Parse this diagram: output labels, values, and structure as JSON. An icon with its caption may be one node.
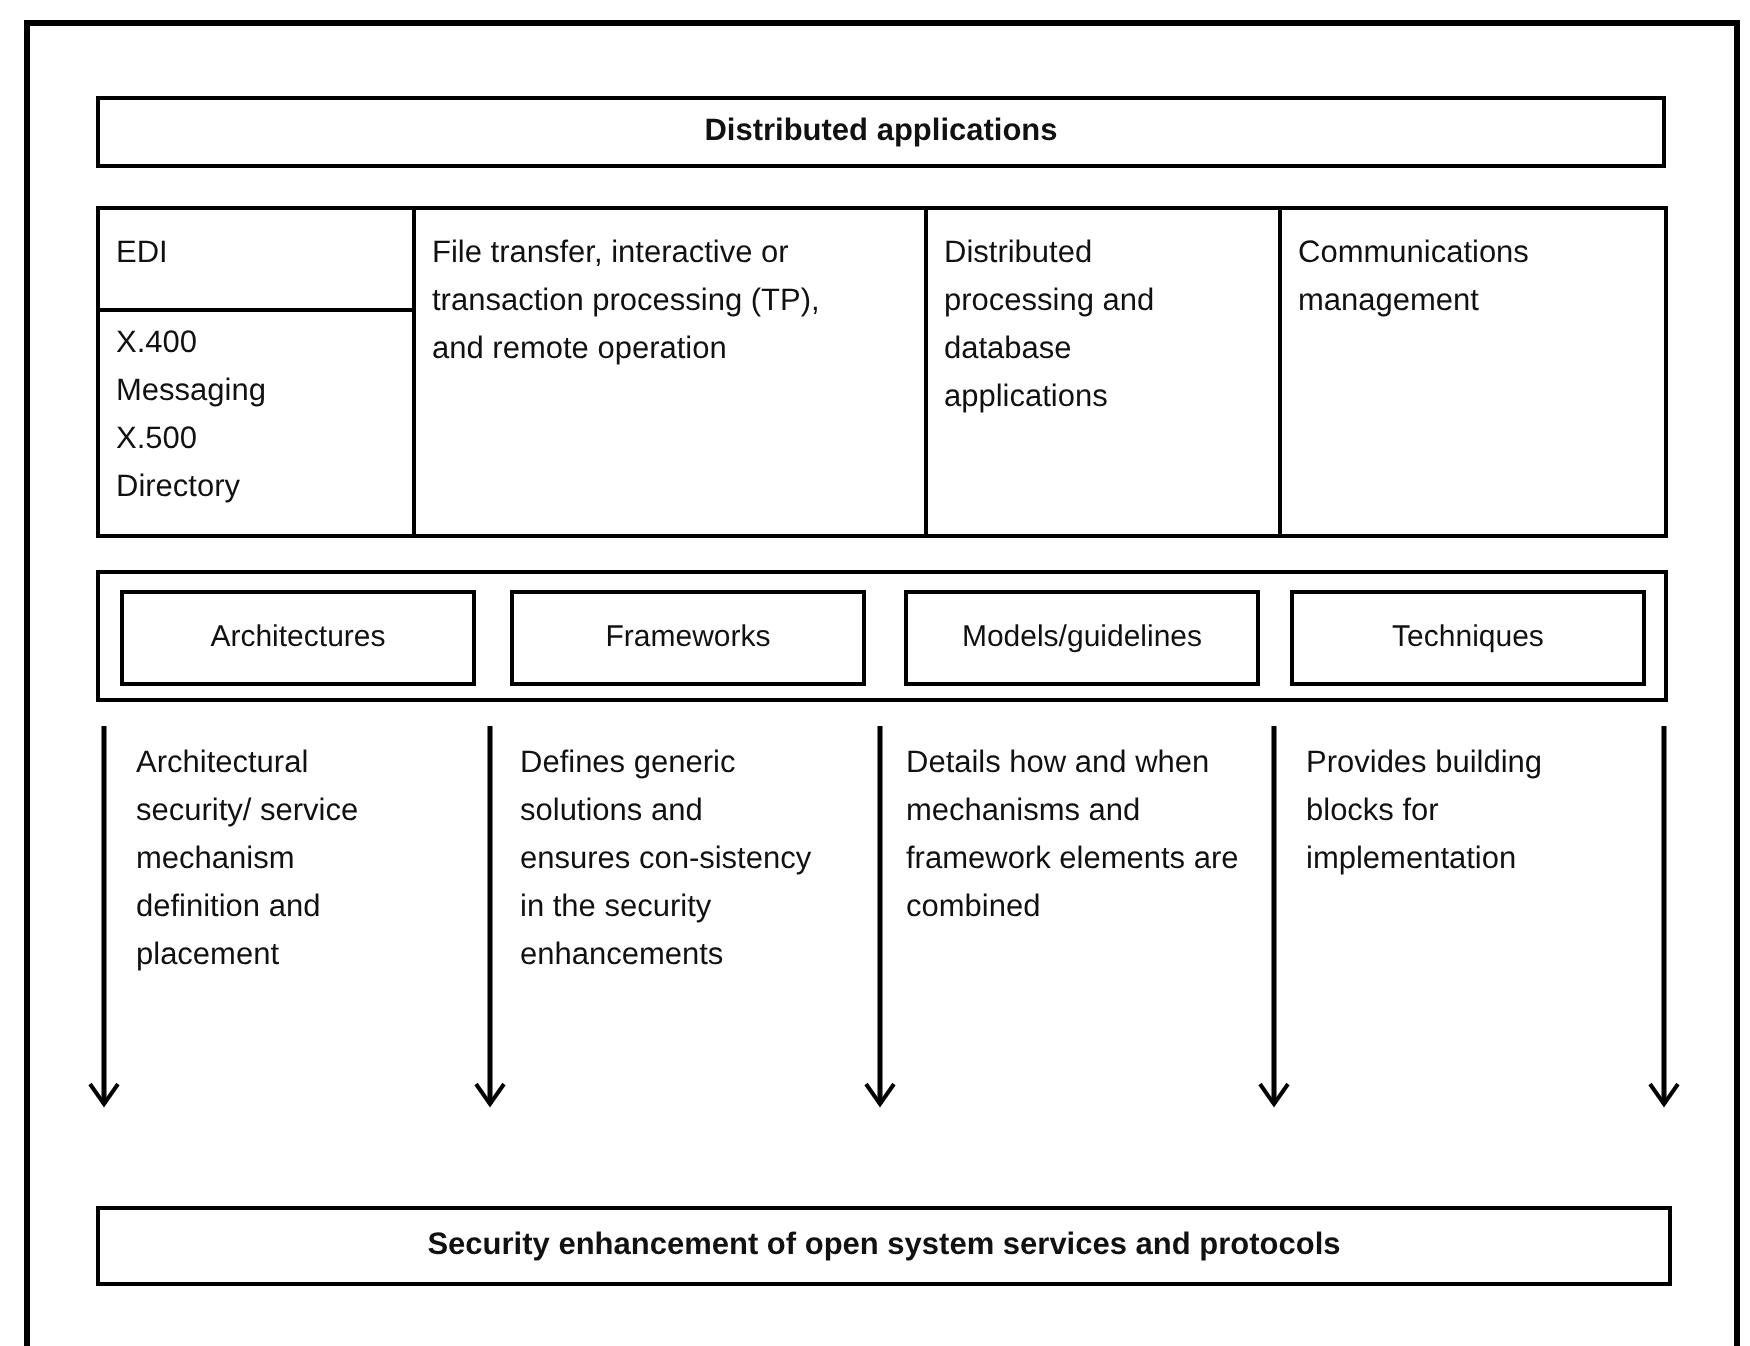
{
  "diagram": {
    "nodes": [
      {
        "text": [
          "Distributed applications"
        ]
      },
      {
        "text": [
          "EDI"
        ]
      },
      {
        "text": [
          "X.400 Messaging",
          "X.500 Directory"
        ]
      },
      {
        "text": [
          "File transfer, interactive or transaction processing (TP), and remote operation"
        ]
      },
      {
        "text": [
          "Distributed processing and database applications"
        ]
      },
      {
        "text": [
          "Communications management"
        ]
      },
      {
        "text": [],
        "shape": "box"
      },
      {
        "text": [
          "Architectures"
        ],
        "in": 6
      },
      {
        "text": [
          "Frameworks"
        ],
        "in": 6
      },
      {
        "text": [
          "Models/guidelines"
        ],
        "in": 6
      },
      {
        "text": [
          "Techniques"
        ],
        "in": 6
      },
      {
        "text": [
          "Security enhancement of open system services and protocols"
        ]
      }
    ],
    "edges": [
      {
        "from": 6,
        "to": null,
        "arrow": "to"
      },
      {
        "from": 6,
        "to": null,
        "arrow": "to"
      },
      {
        "from": 6,
        "to": null,
        "arrow": "to"
      },
      {
        "from": 6,
        "to": null,
        "arrow": "to"
      },
      {
        "from": 6,
        "to": null,
        "arrow": "to"
      }
    ],
    "labels": [
      "Architectural security/ service mechanism definition and placement",
      "Defines generic solutions and ensures con-sistency in the security enhancements",
      "Details how and when mechanisms and framework elements are combined",
      "Provides building blocks for implementation"
    ]
  }
}
